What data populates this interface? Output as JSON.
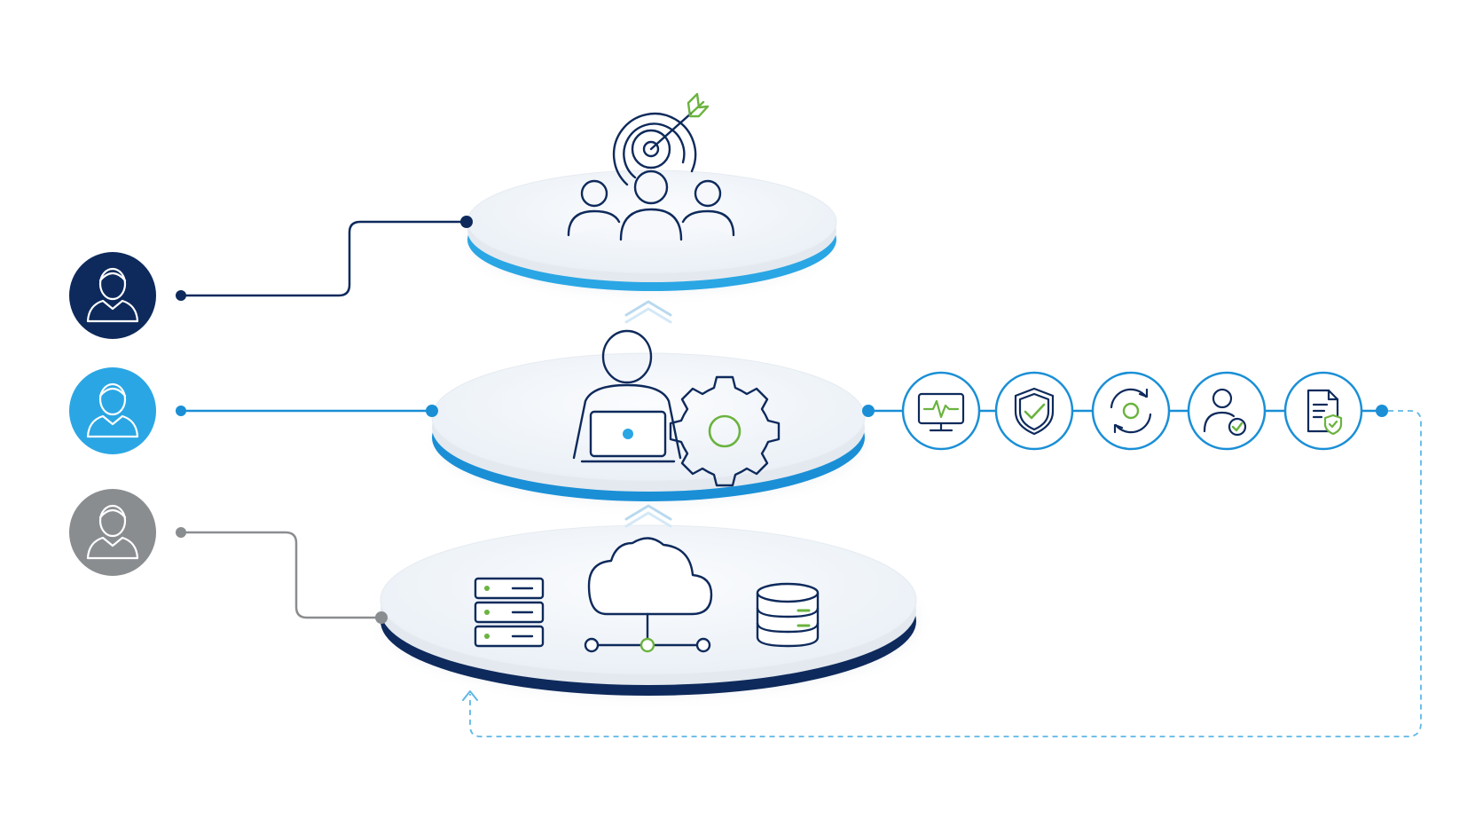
{
  "colors": {
    "navy": "#0e2a5c",
    "blue": "#1a8fd6",
    "blue_light": "#2aa6e4",
    "gray": "#8a8d90",
    "green": "#6ab33f",
    "platter_face": "#f2f5f9",
    "dashed": "#5db8e6"
  },
  "personas": [
    {
      "id": "persona-navy",
      "color": "navy",
      "icon": "person-icon"
    },
    {
      "id": "persona-blue",
      "color": "blue_light",
      "icon": "person-icon"
    },
    {
      "id": "persona-gray",
      "color": "gray",
      "icon": "person-icon"
    }
  ],
  "layers": [
    {
      "id": "top",
      "icons": [
        "target-icon",
        "team-icon"
      ]
    },
    {
      "id": "middle",
      "icons": [
        "laptop-user-icon",
        "gear-icon"
      ]
    },
    {
      "id": "bottom",
      "icons": [
        "server-rack-icon",
        "cloud-network-icon",
        "database-icon"
      ]
    }
  ],
  "process_steps": [
    {
      "icon": "monitor-pulse-icon"
    },
    {
      "icon": "shield-check-icon"
    },
    {
      "icon": "refresh-cycle-icon"
    },
    {
      "icon": "user-check-icon"
    },
    {
      "icon": "document-shield-icon"
    }
  ],
  "connectors": {
    "feedback_loop": "dashed"
  }
}
